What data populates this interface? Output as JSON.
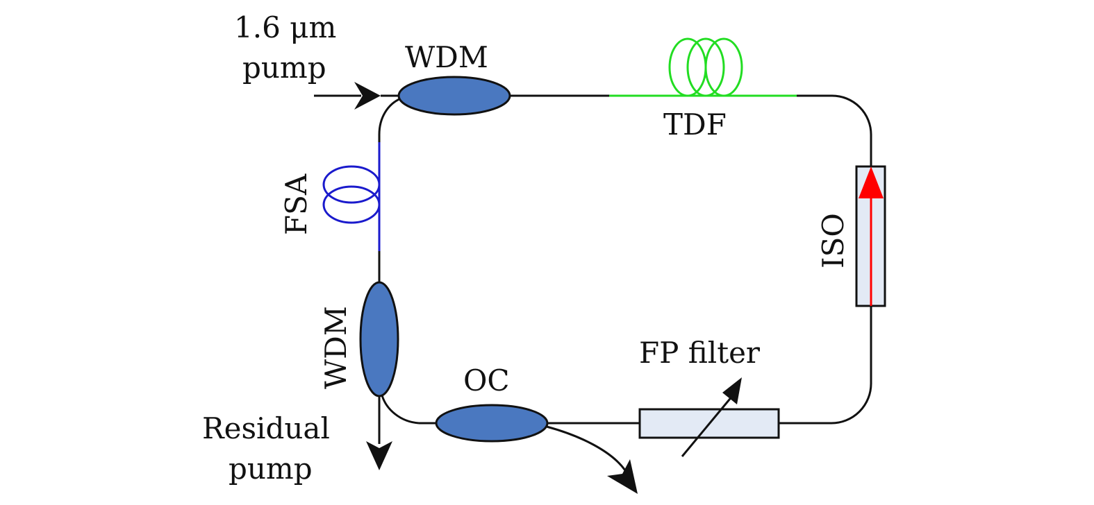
{
  "labels": {
    "pump_in_line1": "1.6 μm",
    "pump_in_line2": "pump",
    "wdm_top": "WDM",
    "tdf": "TDF",
    "fsa": "FSA",
    "iso": "ISO",
    "wdm_left": "WDM",
    "oc": "OC",
    "fp_filter": "FP filter",
    "residual_line1": "Residual",
    "residual_line2": "pump"
  },
  "colors": {
    "coupler_fill": "#4a78c0",
    "tdf_fiber": "#22dd22",
    "fsa_fiber": "#1a1acc",
    "iso_arrow": "#ff0000",
    "component_box": "#e3eaf5",
    "fiber": "#111111"
  }
}
